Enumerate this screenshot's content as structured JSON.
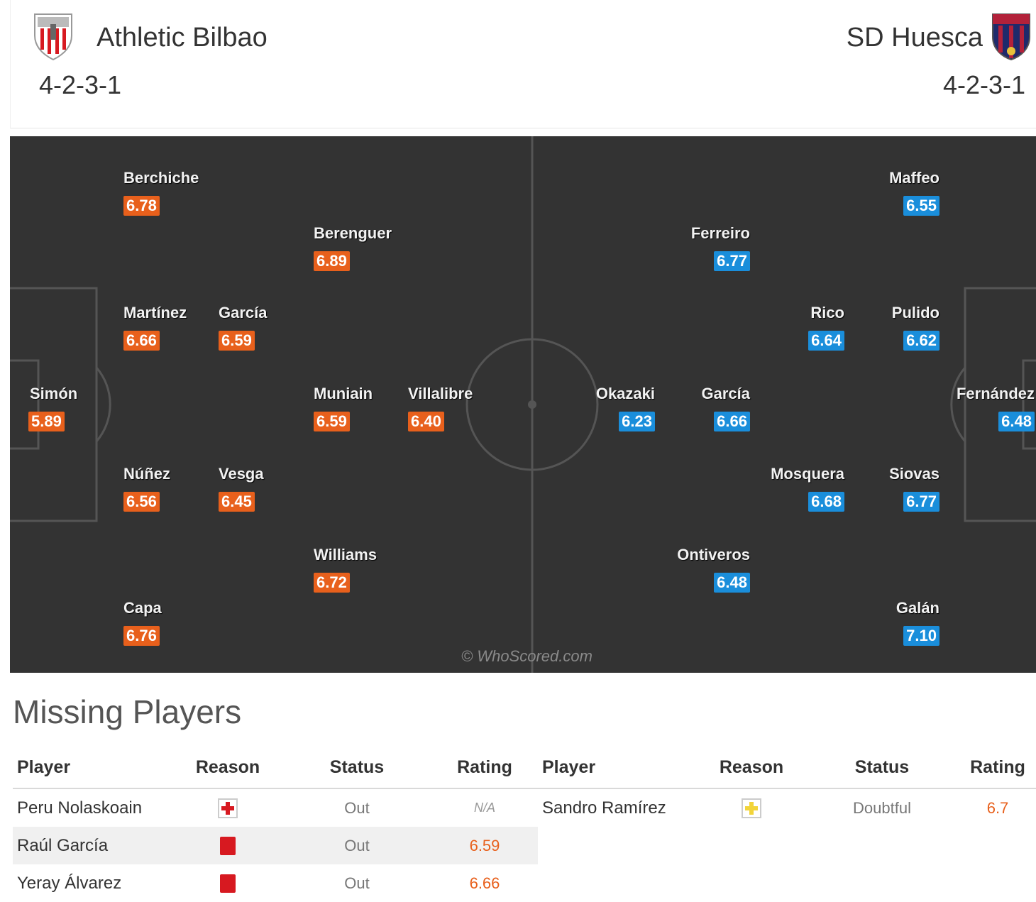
{
  "home": {
    "name": "Athletic Bilbao",
    "formation": "4-2-3-1",
    "crest_icon": "athletic-bilbao-crest",
    "rating_color": "#e8601c",
    "players": [
      {
        "name": "Berchiche",
        "rating": "6.78"
      },
      {
        "name": "Berenguer",
        "rating": "6.89"
      },
      {
        "name": "Martínez",
        "rating": "6.66"
      },
      {
        "name": "García",
        "rating": "6.59"
      },
      {
        "name": "Simón",
        "rating": "5.89"
      },
      {
        "name": "Muniain",
        "rating": "6.59"
      },
      {
        "name": "Villalibre",
        "rating": "6.40"
      },
      {
        "name": "Núñez",
        "rating": "6.56"
      },
      {
        "name": "Vesga",
        "rating": "6.45"
      },
      {
        "name": "Williams",
        "rating": "6.72"
      },
      {
        "name": "Capa",
        "rating": "6.76"
      }
    ]
  },
  "away": {
    "name": "SD Huesca",
    "formation": "4-2-3-1",
    "crest_icon": "sd-huesca-crest",
    "rating_color": "#1a8edb",
    "players": [
      {
        "name": "Maffeo",
        "rating": "6.55"
      },
      {
        "name": "Ferreiro",
        "rating": "6.77"
      },
      {
        "name": "Rico",
        "rating": "6.64"
      },
      {
        "name": "Pulido",
        "rating": "6.62"
      },
      {
        "name": "Okazaki",
        "rating": "6.23"
      },
      {
        "name": "García",
        "rating": "6.66"
      },
      {
        "name": "Fernández",
        "rating": "6.48"
      },
      {
        "name": "Mosquera",
        "rating": "6.68"
      },
      {
        "name": "Siovas",
        "rating": "6.77"
      },
      {
        "name": "Ontiveros",
        "rating": "6.48"
      },
      {
        "name": "Galán",
        "rating": "7.10"
      }
    ]
  },
  "pitch": {
    "watermark": "© WhoScored.com"
  },
  "missing": {
    "title": "Missing Players",
    "headers": {
      "player": "Player",
      "reason": "Reason",
      "status": "Status",
      "rating": "Rating"
    },
    "home": [
      {
        "player": "Peru Nolaskoain",
        "reason_icon": "injury-cross-icon",
        "status": "Out",
        "rating": "N/A"
      },
      {
        "player": "Raúl García",
        "reason_icon": "red-card-icon",
        "status": "Out",
        "rating": "6.59"
      },
      {
        "player": "Yeray Álvarez",
        "reason_icon": "red-card-icon",
        "status": "Out",
        "rating": "6.66"
      }
    ],
    "away": [
      {
        "player": "Sandro Ramírez",
        "reason_icon": "doubtful-yellow-cross-icon",
        "status": "Doubtful",
        "rating": "6.7"
      }
    ]
  }
}
